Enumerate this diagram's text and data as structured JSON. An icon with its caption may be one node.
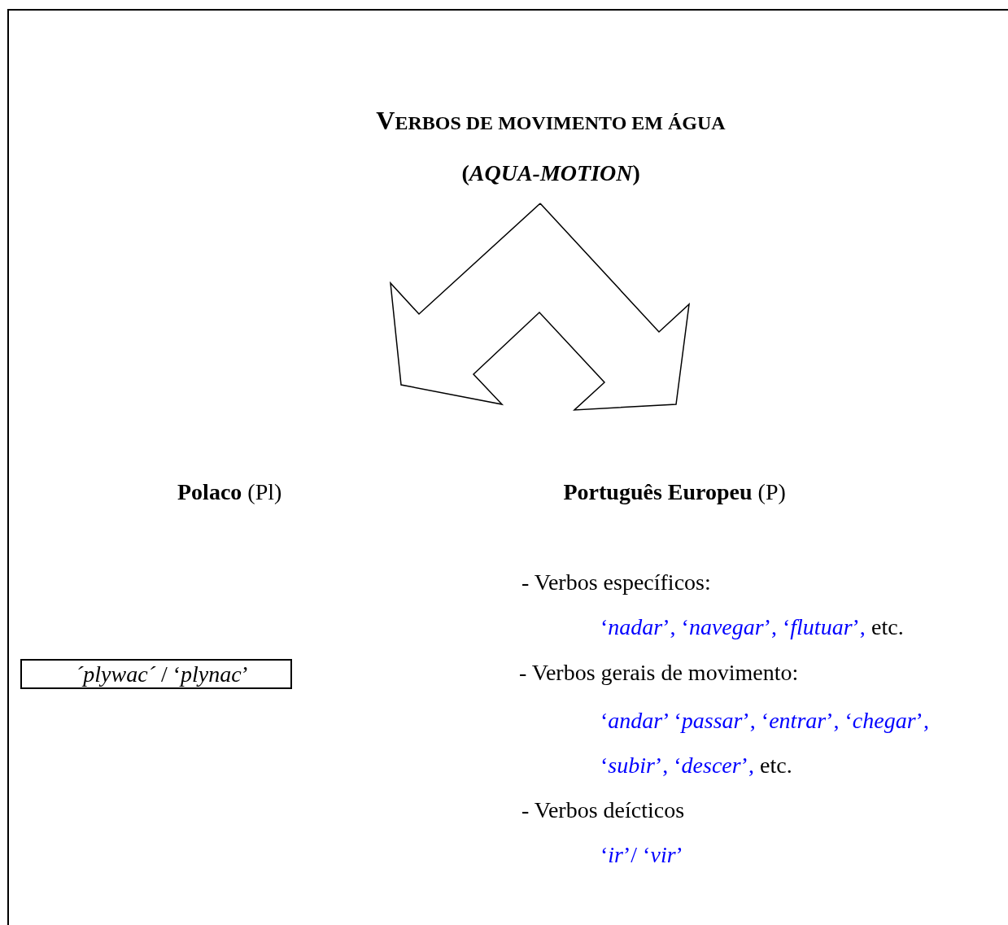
{
  "diagram": {
    "title": "VERBOS DE MOVIMENTO EM ÁGUA",
    "nodes": [
      {
        "text": [
          "*´plywac´* / ‘*plynac*’"
        ]
      }
    ],
    "labels": [
      "(*AQUA-MOTION*)",
      "**Polaco** (Pl)",
      "**Português Europeu** (P)",
      "- Verbos específicos:",
      "‘*nadar*’, ‘*navegar*’, ‘*flutuar*’,",
      "etc.",
      "- Verbos gerais de movimento:",
      "‘*andar*’ ‘*passar*’, ‘*entrar*’, ‘*chegar*’,",
      "‘*subir*’, ‘*descer*’,",
      "etc.",
      "- Verbos deícticos",
      "‘*ir*’/ ‘*vir*’"
    ]
  }
}
